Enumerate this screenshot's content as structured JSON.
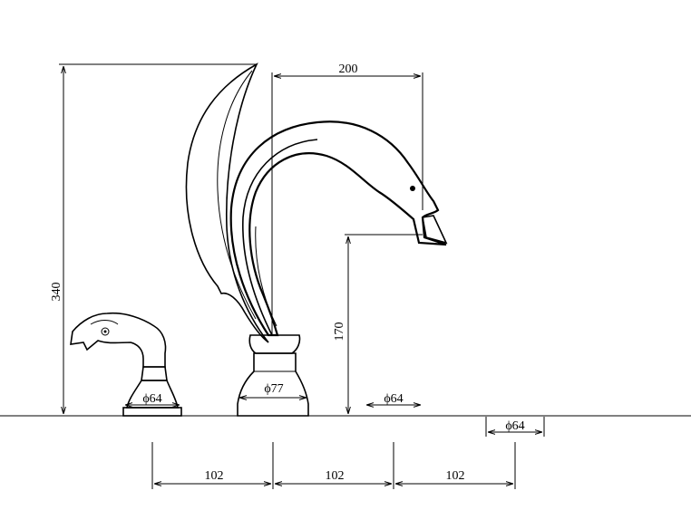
{
  "dimensions": {
    "top_width": "200",
    "total_height": "340",
    "spout_height": "170",
    "spout_base_diameter": "ϕ77",
    "left_handle_diameter": "ϕ64",
    "mid_handle_diameter": "ϕ64",
    "right_handle_diameter": "ϕ64",
    "spacing_1": "102",
    "spacing_2": "102",
    "spacing_3": "102"
  },
  "colors": {
    "ink": "#000000",
    "background": "#ffffff"
  }
}
